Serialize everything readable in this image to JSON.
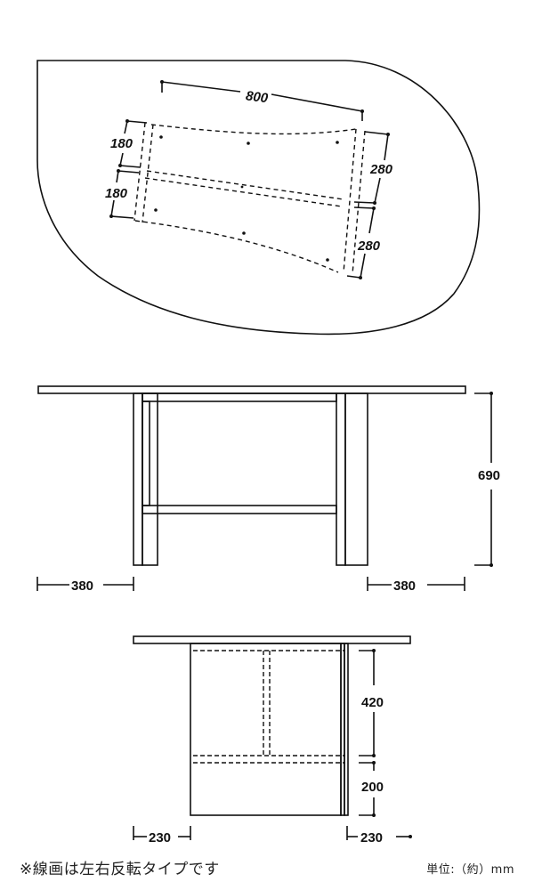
{
  "top_view": {
    "dimensions": {
      "base_length": "800",
      "left_upper_width": "180",
      "left_lower_width": "180",
      "right_upper_width": "280",
      "right_lower_width": "280"
    }
  },
  "front_view": {
    "dimensions": {
      "height": "690",
      "left_overhang": "380",
      "right_overhang": "380"
    }
  },
  "side_view": {
    "dimensions": {
      "upper_height": "420",
      "lower_height": "200",
      "left_overhang": "230",
      "right_overhang": "230"
    }
  },
  "footer": {
    "note": "※線画は左右反転タイプです",
    "unit": "単位:（約）mm"
  },
  "colors": {
    "line": "#111111",
    "background": "#ffffff"
  }
}
